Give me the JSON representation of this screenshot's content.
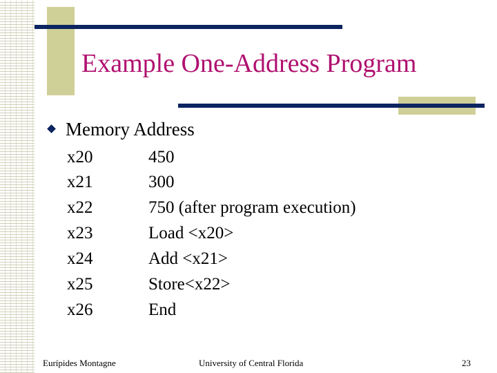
{
  "slide": {
    "title": "Example One-Address Program",
    "bullet": "Memory Address",
    "rows": [
      {
        "address": "x20",
        "value": "450"
      },
      {
        "address": "x21",
        "value": "300"
      },
      {
        "address": "x22",
        "value": "750 (after program execution)"
      },
      {
        "address": "x23",
        "value": "Load <x20>"
      },
      {
        "address": "x24",
        "value": "Add <x21>"
      },
      {
        "address": "x25",
        "value": "Store<x22>"
      },
      {
        "address": "x26",
        "value": "End"
      }
    ]
  },
  "footer": {
    "author": "Eurípides Montagne",
    "institution": "University of Central Florida",
    "page": "23"
  },
  "colors": {
    "title": "#b0106f",
    "rule": "#0c2460",
    "accent": "#cfcf98"
  }
}
